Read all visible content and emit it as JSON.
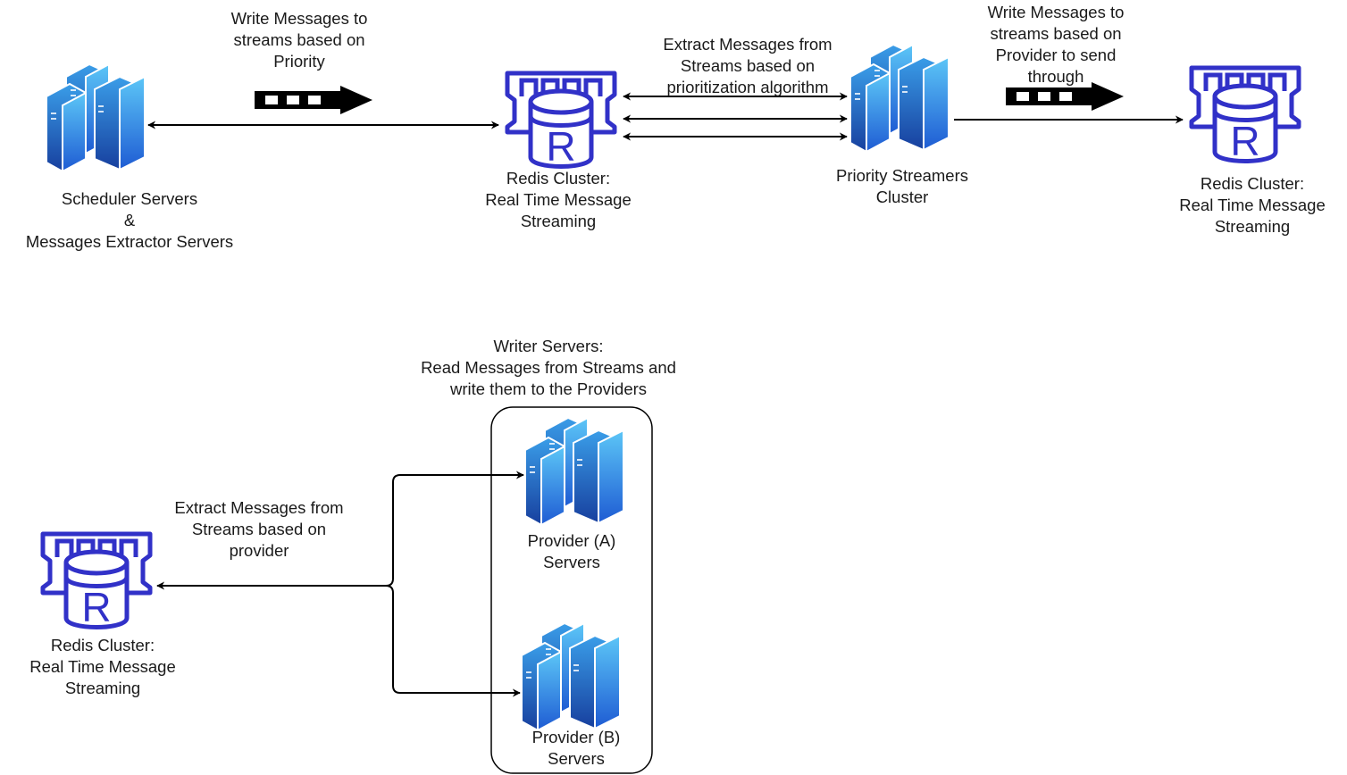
{
  "labels": {
    "write_priority": [
      "Write Messages to",
      "streams based on",
      "Priority"
    ],
    "scheduler": [
      "Scheduler Servers",
      "&",
      "Messages Extractor Servers"
    ],
    "extract_priority": [
      "Extract Messages from",
      "Streams based on",
      "prioritization algorithm"
    ],
    "redis_1": [
      "Redis Cluster:",
      "Real Time Message",
      "Streaming"
    ],
    "priority_streamers": [
      "Priority Streamers",
      "Cluster"
    ],
    "write_provider": [
      "Write Messages to",
      "streams based on",
      "Provider to send",
      "through"
    ],
    "redis_2": [
      "Redis Cluster:",
      "Real Time Message",
      "Streaming"
    ],
    "writer_servers": [
      "Writer Servers:",
      "Read Messages from Streams and",
      "write them to the Providers"
    ],
    "provider_a": [
      "Provider (A)",
      "Servers"
    ],
    "extract_provider": [
      "Extract Messages from",
      "Streams based on",
      "provider"
    ],
    "redis_3": [
      "Redis Cluster:",
      "Real Time Message",
      "Streaming"
    ],
    "provider_b": [
      "Provider (B)",
      "Servers"
    ]
  },
  "icons": {
    "server_cluster": "server-cluster-icon",
    "redis": "redis-icon",
    "redis_letter": "R",
    "stream": "stream-arrow-icon"
  },
  "colors": {
    "redis_blue": "#3131c8",
    "server_light": "#4db8f5",
    "server_dark": "#1f5fd6",
    "line": "#000000"
  }
}
